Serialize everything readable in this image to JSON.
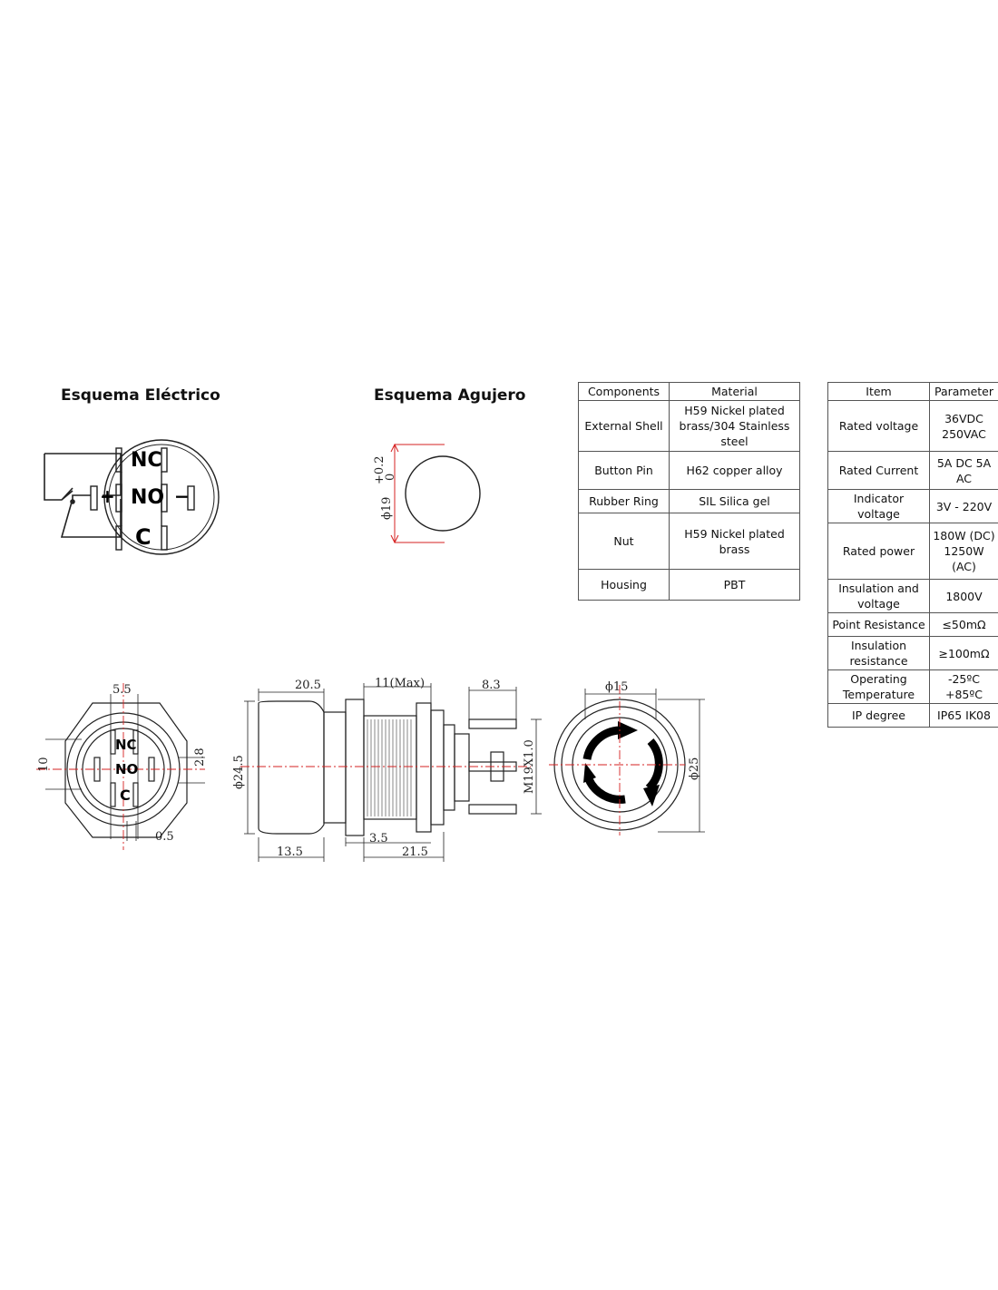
{
  "titles": {
    "electrical": "Esquema Eléctrico",
    "hole": "Esquema Agujero"
  },
  "terminals": {
    "nc": "NC",
    "no": "NO",
    "c": "C",
    "plus": "+",
    "minus": "−"
  },
  "hole": {
    "diameter": "ϕ19",
    "tol_upper": "+0.2",
    "tol_lower": "0"
  },
  "dimensions": {
    "d5_5": "5.5",
    "d10": "10",
    "d2_8": "2.8",
    "d0_5": "0.5",
    "d20_5": "20.5",
    "d11max": "11(Max)",
    "d8_3": "8.3",
    "d24_5": "ϕ24.5",
    "m19": "M19X1.0",
    "d13_5": "13.5",
    "d3_5": "3.5",
    "d21_5": "21.5",
    "d15": "ϕ15",
    "d25": "ϕ25"
  },
  "materials_table": {
    "headers": [
      "Components",
      "Material"
    ],
    "rows": [
      [
        "External Shell",
        "H59 Nickel plated brass/304 Stainless steel"
      ],
      [
        "Button Pin",
        "H62 copper alloy"
      ],
      [
        "Rubber Ring",
        "SIL Silica gel"
      ],
      [
        "Nut",
        "H59 Nickel plated brass"
      ],
      [
        "Housing",
        "PBT"
      ]
    ]
  },
  "params_table": {
    "headers": [
      "Item",
      "Parameter"
    ],
    "rows": [
      [
        "Rated voltage",
        "36VDC 250VAC"
      ],
      [
        "Rated Current",
        "5A DC 5A AC"
      ],
      [
        "Indicator voltage",
        "3V - 220V"
      ],
      [
        "Rated power",
        "180W (DC) 1250W (AC)"
      ],
      [
        "Insulation and voltage",
        "1800V"
      ],
      [
        "Point Resistance",
        "≤50mΩ"
      ],
      [
        "Insulation resistance",
        "≥100mΩ"
      ],
      [
        "Operating Temperature",
        "-25ºC +85ºC"
      ],
      [
        "IP degree",
        "IP65 IK08"
      ]
    ]
  },
  "colors": {
    "line": "#222222",
    "centerline": "#d62020",
    "border": "#555555"
  }
}
